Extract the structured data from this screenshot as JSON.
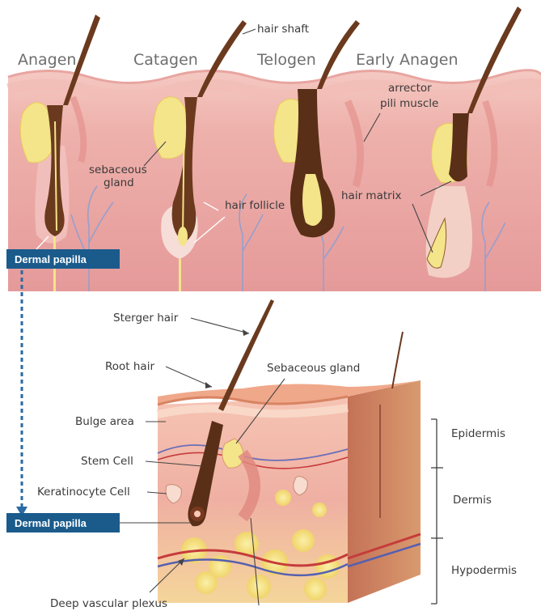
{
  "stages": [
    "Anagen",
    "Catagen",
    "Telogen",
    "Early Anagen"
  ],
  "top_labels": {
    "hair_shaft": "hair shaft",
    "arrector_line1": "arrector",
    "arrector_line2": "pili muscle",
    "sebaceous_line1": "sebaceous",
    "sebaceous_line2": "gland",
    "hair_follicle": "hair follicle",
    "hair_matrix": "hair matrix"
  },
  "callouts": {
    "dermal_papilla_top": "Dermal papilla",
    "dermal_papilla_bottom": "Dermal papilla"
  },
  "bottom_labels": {
    "sterger_hair": "Sterger hair",
    "root_hair": "Root hair",
    "sebaceous_gland": "Sebaceous gland",
    "bulge_area": "Bulge area",
    "stem_cell": "Stem Cell",
    "keratinocyte_cell": "Keratinocyte Cell",
    "deep_vascular_plexus": "Deep vascular plexus"
  },
  "layers": {
    "epidermis": "Epidermis",
    "dermis": "Dermis",
    "hypodermis": "Hypodermis"
  },
  "colors": {
    "skin_top": "#f3c3bd",
    "skin_mid": "#e7a3a0",
    "hair": "#6b3a1e",
    "gland": "#f4e48a",
    "callout_bg": "#1a5b8c"
  }
}
